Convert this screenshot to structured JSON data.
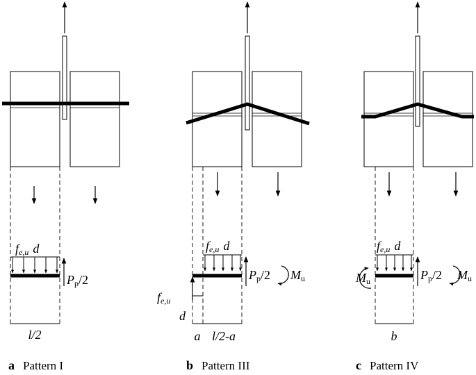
{
  "panels": [
    {
      "letter": "a",
      "caption": "Pattern I",
      "load_f": "f",
      "load_sub": "e,u",
      "load_d": "d",
      "force_P": "P",
      "force_sub": "p",
      "force_tail": "/2",
      "dim": "l/2"
    },
    {
      "letter": "b",
      "caption": "Pattern III",
      "load_f": "f",
      "load_sub": "e,u",
      "load_d": "d",
      "load2_f": "f",
      "load2_sub": "e,u",
      "load2_d": "d",
      "force_P": "P",
      "force_sub": "p",
      "force_tail": "/2",
      "moment_M": "M",
      "moment_sub": "u",
      "dim_a": "a",
      "dim_b": "l/2-a"
    },
    {
      "letter": "c",
      "caption": "Pattern IV",
      "load_f": "f",
      "load_sub": "e,u",
      "load_d": "d",
      "force_P": "P",
      "force_sub": "p",
      "force_tail": "/2",
      "moment_left_M": "M",
      "moment_left_sub": "u",
      "moment_right_M": "M",
      "moment_right_sub": "u",
      "dim": "b"
    }
  ]
}
